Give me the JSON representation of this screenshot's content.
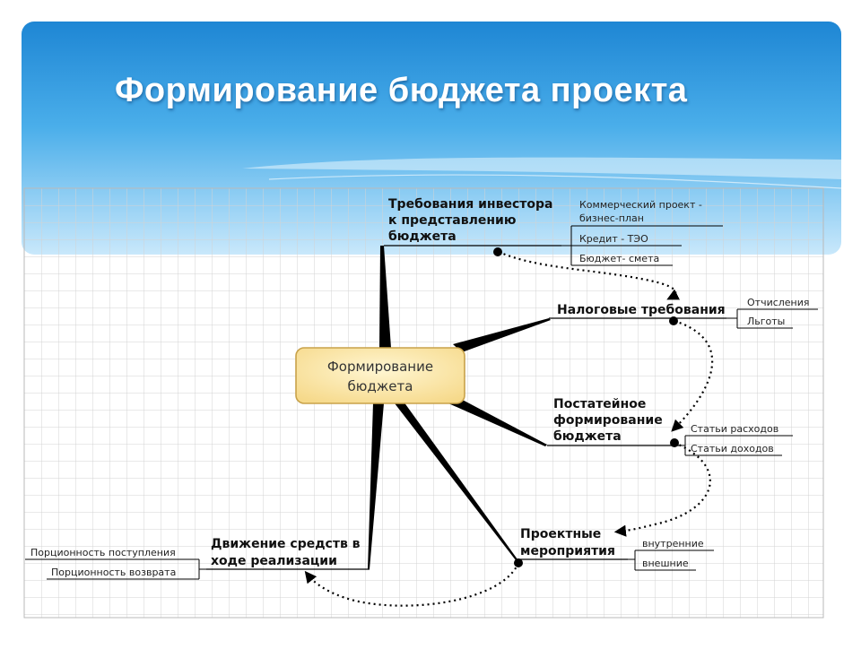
{
  "slide": {
    "title": "Формирование бюджета проекта"
  },
  "map": {
    "center": {
      "line1": "Формирование",
      "line2": "бюджета"
    },
    "branches": {
      "investor": {
        "lines": [
          "Требования инвестора",
          "к представлению",
          "бюджета"
        ],
        "subitems": [
          "Коммерческий проект -",
          "бизнес-план",
          "Кредит - ТЭО",
          "Бюджет- смета"
        ]
      },
      "tax": {
        "lines": [
          "Налоговые требования"
        ],
        "subitems": [
          "Отчисления",
          "Льготы"
        ]
      },
      "itemized": {
        "lines": [
          "Постатейное",
          "формирование",
          "бюджета"
        ],
        "subitems": [
          "Статьи расходов",
          "Статьи доходов"
        ]
      },
      "events": {
        "lines": [
          "Проектные",
          "мероприятия"
        ],
        "subitems": [
          "внутренние",
          "внешние"
        ]
      },
      "cashflow": {
        "lines": [
          "Движение средств в",
          "ходе реализации"
        ],
        "subitems": [
          "Порционность поступления",
          "Порционность возврата"
        ]
      }
    }
  },
  "colors": {
    "header_top": "#1e86d4",
    "header_mid": "#5cbaf0",
    "header_bottom": "#c9e8fb",
    "grid_line": "#d3d3d3",
    "center_fill": "#fde9a5",
    "center_border": "#c8a24a",
    "branch": "#000000"
  }
}
